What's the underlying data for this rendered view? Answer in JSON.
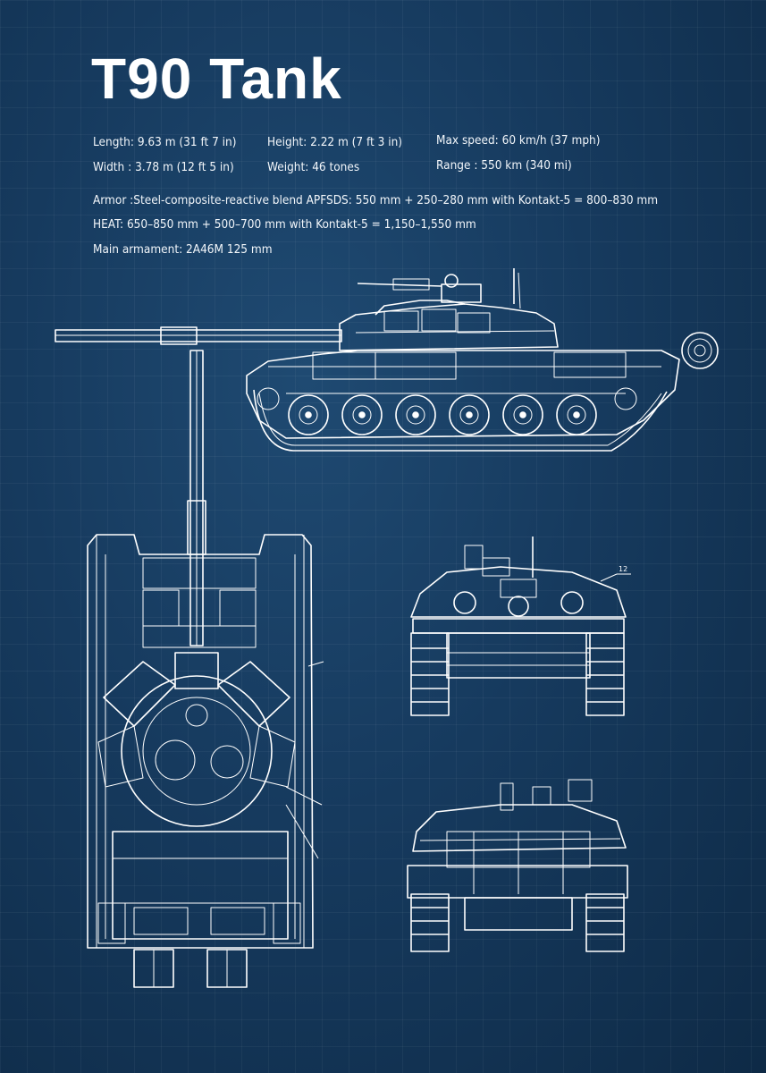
{
  "title": "T90 Tank",
  "specs": {
    "length": "Length: 9.63 m (31 ft 7 in)",
    "width": "Width : 3.78 m (12 ft 5 in)",
    "height": "Height: 2.22 m (7 ft 3 in)",
    "weight": "Weight: 46 tones",
    "max_speed": "Max speed: 60 km/h (37 mph)",
    "range": "Range : 550 km (340 mi)",
    "armor": "Armor :Steel-composite-reactive blend APFSDS: 550 mm + 250–280 mm with Kontakt-5 = 800–830 mm",
    "heat": "HEAT: 650–850 mm + 500–700 mm with Kontakt-5 = 1,150–1,550 mm",
    "main_armament": "Main armament:  2A46M 125 mm"
  },
  "callout_label": "12",
  "colors": {
    "background": "#163a5e",
    "lines": "#ffffff"
  }
}
